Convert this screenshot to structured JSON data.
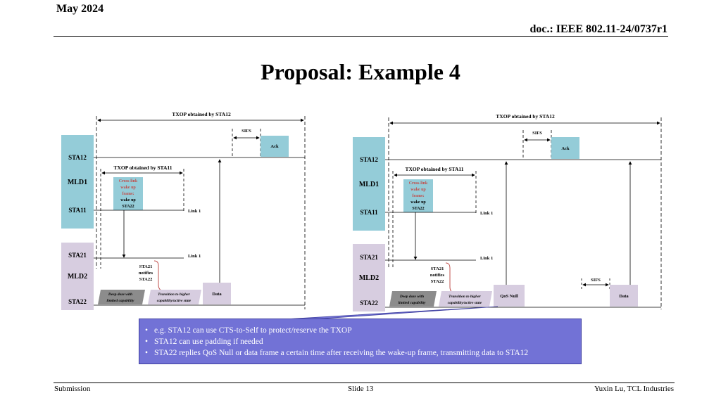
{
  "header": {
    "date": "May 2024",
    "doc": "doc.: IEEE 802.11-24/0737r1"
  },
  "title": "Proposal: Example 4",
  "colors": {
    "mld1": "#94ccd8",
    "mld2": "#d7cde0",
    "ack": "#94ccd8",
    "data": "#d7cde0",
    "cross_link_text": "#c0504d",
    "callout": "#7272d6",
    "brace": "#c0504d"
  },
  "left_diagram": {
    "txop_sta12": "TXOP obtained by STA12",
    "sifs": "SIFS",
    "ack": "Ack",
    "txop_sta11": "TXOP obtained by STA11",
    "frame_red": [
      "Cross-link",
      "wake up",
      "frame:"
    ],
    "frame_black": [
      "wake up",
      "STA22"
    ],
    "mld1": {
      "sta12": "STA12",
      "label": "MLD1",
      "sta11": "STA11"
    },
    "mld2": {
      "sta21": "STA21",
      "label": "MLD2",
      "sta22": "STA22"
    },
    "link1_top": "Link 1",
    "link1_bottom": "Link 1",
    "notifies": [
      "STA21",
      "notifies",
      "STA22"
    ],
    "doze": [
      "Deep doze with",
      "limited capability"
    ],
    "transition": [
      "Transition to higher",
      "capability/active state"
    ],
    "data": "Data"
  },
  "right_diagram": {
    "txop_sta12": "TXOP obtained by STA12",
    "sifs": "SIFS",
    "ack": "Ack",
    "txop_sta11": "TXOP obtained by STA11",
    "frame_red": [
      "Cross-link",
      "wake up",
      "frame:"
    ],
    "frame_black": [
      "wake up",
      "STA22"
    ],
    "mld1": {
      "sta12": "STA12",
      "label": "MLD1",
      "sta11": "STA11"
    },
    "mld2": {
      "sta21": "STA21",
      "label": "MLD2",
      "sta22": "STA22"
    },
    "link1_top": "Link 1",
    "link1_bottom": "Link 1",
    "notifies": [
      "STA21",
      "notifies",
      "STA22"
    ],
    "sifs2": "SIFS",
    "doze": [
      "Deep doze with",
      "limited capability"
    ],
    "transition": [
      "Transition to higher",
      "capability/active state"
    ],
    "qos_null": "QoS Null",
    "data": "Data"
  },
  "callout": {
    "bullets": [
      "e.g. STA12 can use CTS-to-Self to protect/reserve the TXOP",
      "STA12 can use padding if needed",
      "STA22 replies QoS Null or data frame a certain time after receiving the wake-up frame, transmitting data to STA12"
    ]
  },
  "footer": {
    "left": "Submission",
    "center": "Slide 13",
    "right": "Yuxin Lu, TCL Industries"
  }
}
